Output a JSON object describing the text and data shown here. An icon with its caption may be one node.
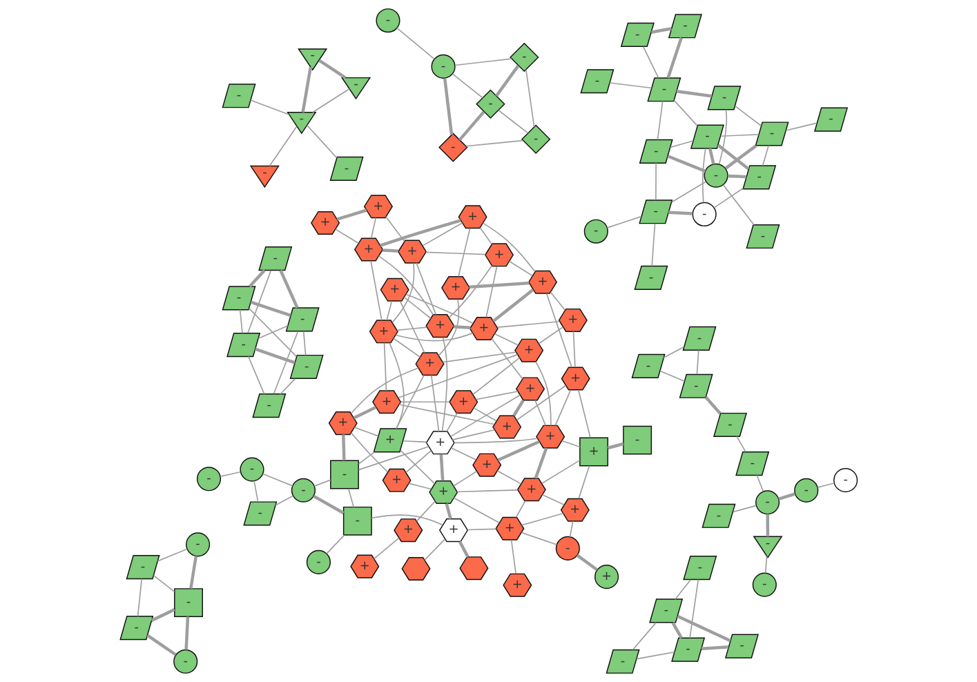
{
  "diagram": {
    "nodes": [
      {
        "text": [
          "-"
        ]
      },
      {
        "text": [
          "-"
        ]
      },
      {
        "text": [
          "-"
        ]
      },
      {
        "text": [
          "-"
        ]
      },
      {
        "text": [
          "-"
        ]
      },
      {
        "text": [
          "-"
        ]
      },
      {
        "text": [
          "-"
        ]
      },
      {
        "text": [
          "+"
        ]
      },
      {
        "text": [],
        "shape": "hexagon"
      },
      {
        "text": [],
        "shape": "hexagon"
      },
      {
        "text": [
          "+"
        ]
      },
      {
        "text": [
          "+"
        ]
      },
      {
        "text": [
          "+"
        ]
      },
      {
        "text": [
          "+"
        ]
      },
      {
        "text": [
          "-"
        ]
      },
      {
        "text": [
          "+"
        ]
      },
      {
        "text": [
          "+"
        ]
      },
      {
        "text": [
          "+"
        ]
      },
      {
        "text": [
          "+"
        ]
      },
      {
        "text": [
          "+"
        ]
      },
      {
        "text": [
          "+"
        ]
      },
      {
        "text": [
          "+"
        ]
      },
      {
        "text": [
          "-"
        ]
      },
      {
        "text": [
          "+"
        ]
      },
      {
        "text": [
          "+"
        ]
      },
      {
        "text": [
          "+"
        ]
      },
      {
        "text": [
          "+"
        ]
      },
      {
        "text": [
          "+"
        ]
      },
      {
        "text": [
          "+"
        ]
      },
      {
        "text": [
          "+"
        ]
      },
      {
        "text": [
          "+"
        ]
      },
      {
        "text": [
          "+"
        ]
      },
      {
        "text": [
          "+"
        ]
      },
      {
        "text": [
          "+"
        ]
      },
      {
        "text": [
          "+"
        ]
      },
      {
        "text": [
          "+"
        ]
      },
      {
        "text": [
          "+"
        ]
      },
      {
        "text": [
          "+"
        ]
      },
      {
        "text": [
          "+"
        ]
      },
      {
        "text": [
          "+"
        ]
      },
      {
        "text": [
          "+"
        ]
      },
      {
        "text": [
          "+"
        ]
      },
      {
        "text": [
          "+"
        ]
      },
      {
        "text": [
          "+"
        ]
      },
      {
        "text": [
          "+"
        ]
      },
      {
        "text": [
          "+"
        ]
      },
      {
        "text": [
          "+"
        ]
      },
      {
        "text": [
          "-"
        ]
      },
      {
        "text": [
          "-"
        ]
      },
      {
        "text": [
          "-"
        ]
      },
      {
        "text": [
          "-"
        ]
      },
      {
        "text": [
          "-"
        ]
      },
      {
        "text": [
          "-"
        ]
      },
      {
        "text": [
          "-"
        ]
      },
      {
        "text": [
          "-"
        ]
      },
      {
        "text": [
          "-"
        ]
      },
      {
        "text": [
          "-"
        ]
      },
      {
        "text": [
          "-"
        ]
      },
      {
        "text": [
          "-"
        ]
      },
      {
        "text": [
          "-"
        ]
      },
      {
        "text": [
          "-"
        ]
      },
      {
        "text": [
          "-"
        ]
      },
      {
        "text": [
          "-"
        ]
      },
      {
        "text": [
          "-"
        ]
      },
      {
        "text": [
          "-"
        ]
      },
      {
        "text": [
          "-"
        ]
      },
      {
        "text": [
          "-"
        ]
      },
      {
        "text": [
          "-"
        ]
      },
      {
        "text": [
          "-"
        ]
      },
      {
        "text": [
          "-"
        ]
      },
      {
        "text": [
          "-"
        ]
      },
      {
        "text": [
          "-"
        ]
      },
      {
        "text": [
          "-"
        ]
      },
      {
        "text": [
          "-"
        ]
      },
      {
        "text": [
          "-"
        ]
      },
      {
        "text": [
          "-"
        ]
      },
      {
        "text": [
          "-"
        ]
      },
      {
        "text": [
          "-"
        ]
      },
      {
        "text": [
          "-"
        ]
      },
      {
        "text": [
          "-"
        ]
      },
      {
        "text": [
          "-"
        ]
      },
      {
        "text": [
          "-"
        ]
      },
      {
        "text": [
          "-"
        ]
      },
      {
        "text": [
          "-"
        ]
      },
      {
        "text": [
          "-"
        ]
      },
      {
        "text": [
          "-"
        ]
      },
      {
        "text": [
          "-"
        ]
      },
      {
        "text": [
          "-"
        ]
      },
      {
        "text": [
          "-"
        ]
      },
      {
        "text": [
          "-"
        ]
      },
      {
        "text": [
          "-"
        ]
      },
      {
        "text": [
          "-"
        ]
      },
      {
        "text": [
          "-"
        ]
      },
      {
        "text": [
          "-"
        ]
      },
      {
        "text": [
          "-"
        ]
      },
      {
        "text": [
          "-"
        ]
      },
      {
        "text": [
          "-"
        ]
      },
      {
        "text": [
          "-"
        ]
      },
      {
        "text": [
          "-"
        ]
      },
      {
        "text": [
          "-"
        ]
      },
      {
        "text": [
          "-"
        ]
      },
      {
        "text": [
          "-"
        ]
      }
    ],
    "edges": [
      {
        "from": 0,
        "to": 1,
        "arrow": "none"
      },
      {
        "from": 1,
        "to": 2,
        "arrow": "none"
      },
      {
        "from": 1,
        "to": 3,
        "arrow": "none"
      },
      {
        "from": 2,
        "to": 3,
        "arrow": "none"
      },
      {
        "from": 3,
        "to": 5,
        "arrow": "none",
        "style": "thick"
      },
      {
        "from": 3,
        "to": 6,
        "arrow": "none"
      },
      {
        "from": 5,
        "to": 4,
        "arrow": "none"
      },
      {
        "from": 5,
        "to": 6,
        "arrow": "none"
      },
      {
        "from": 5,
        "to": 7,
        "arrow": "none"
      },
      {
        "from": 7,
        "to": 8,
        "arrow": "none"
      },
      {
        "from": 7,
        "to": 9,
        "arrow": "none",
        "style": "thick"
      },
      {
        "from": 7,
        "to": 17,
        "arrow": "none",
        "style": "thick"
      },
      {
        "from": 7,
        "to": 12,
        "arrow": "none"
      },
      {
        "from": 11,
        "to": 10,
        "arrow": "none"
      },
      {
        "from": 11,
        "to": 17,
        "arrow": "none"
      },
      {
        "from": 12,
        "to": 13,
        "arrow": "none"
      },
      {
        "from": 12,
        "to": 14,
        "arrow": "none"
      },
      {
        "from": 12,
        "to": 16,
        "arrow": "none"
      },
      {
        "from": 12,
        "to": 17,
        "arrow": "none"
      },
      {
        "from": 12,
        "to": 45,
        "arrow": "none"
      },
      {
        "from": 14,
        "to": 15,
        "arrow": "none",
        "style": "thick"
      },
      {
        "from": 14,
        "to": 16,
        "arrow": "none"
      },
      {
        "from": 16,
        "to": 45,
        "arrow": "none"
      },
      {
        "from": 16,
        "to": 21,
        "arrow": "none"
      },
      {
        "from": 6,
        "to": 20,
        "arrow": "none"
      },
      {
        "from": 6,
        "to": 38,
        "arrow": "none",
        "style": "thick"
      },
      {
        "from": 6,
        "to": 18,
        "arrow": "none"
      },
      {
        "from": 19,
        "to": 18,
        "arrow": "none"
      },
      {
        "from": 19,
        "to": 17,
        "arrow": "none"
      },
      {
        "from": 19,
        "to": 38,
        "arrow": "none"
      },
      {
        "from": 17,
        "to": 18,
        "arrow": "none",
        "style": "thick"
      },
      {
        "from": 17,
        "to": 45,
        "arrow": "none"
      },
      {
        "from": 17,
        "to": 46,
        "arrow": "none"
      },
      {
        "from": 17,
        "to": 20,
        "arrow": "none"
      },
      {
        "from": 18,
        "to": 20,
        "arrow": "none"
      },
      {
        "from": 18,
        "to": 30,
        "arrow": "none"
      },
      {
        "from": 18,
        "to": 35,
        "arrow": "none"
      },
      {
        "from": 18,
        "to": 40,
        "arrow": "none"
      },
      {
        "from": 18,
        "to": 42,
        "arrow": "none"
      },
      {
        "from": 18,
        "to": 43,
        "arrow": "none"
      },
      {
        "from": 18,
        "to": 44,
        "arrow": "none"
      },
      {
        "from": 18,
        "to": 46,
        "arrow": "none"
      },
      {
        "from": 20,
        "to": 35,
        "arrow": "none"
      },
      {
        "from": 20,
        "to": 38,
        "arrow": "none"
      },
      {
        "from": 20,
        "to": 31,
        "arrow": "none"
      },
      {
        "from": 21,
        "to": 22,
        "arrow": "none",
        "style": "thick"
      },
      {
        "from": 21,
        "to": 44,
        "arrow": "none"
      },
      {
        "from": 21,
        "to": 45,
        "arrow": "none"
      },
      {
        "from": 21,
        "to": 41,
        "arrow": "none"
      },
      {
        "from": 23,
        "to": 24,
        "arrow": "none",
        "style": "thick"
      },
      {
        "from": 23,
        "to": 25,
        "arrow": "none"
      },
      {
        "from": 23,
        "to": 26,
        "arrow": "none"
      },
      {
        "from": 24,
        "to": 25,
        "arrow": "none"
      },
      {
        "from": 25,
        "to": 26,
        "arrow": "none",
        "style": "thick"
      },
      {
        "from": 25,
        "to": 28,
        "arrow": "none",
        "style": "thick"
      },
      {
        "from": 25,
        "to": 30,
        "arrow": "none"
      },
      {
        "from": 25,
        "to": 31,
        "arrow": "none"
      },
      {
        "from": 26,
        "to": 28,
        "arrow": "none"
      },
      {
        "from": 26,
        "to": 29,
        "arrow": "none"
      },
      {
        "from": 26,
        "to": 30,
        "arrow": "none"
      },
      {
        "from": 26,
        "to": 31,
        "arrow": "none"
      },
      {
        "from": 27,
        "to": 30,
        "arrow": "none"
      },
      {
        "from": 27,
        "to": 31,
        "arrow": "none"
      },
      {
        "from": 27,
        "to": 32,
        "arrow": "none"
      },
      {
        "from": 27,
        "to": 35,
        "arrow": "none"
      },
      {
        "from": 28,
        "to": 29,
        "arrow": "none"
      },
      {
        "from": 28,
        "to": 33,
        "arrow": "none"
      },
      {
        "from": 28,
        "to": 34,
        "arrow": "none"
      },
      {
        "from": 29,
        "to": 30,
        "arrow": "none"
      },
      {
        "from": 29,
        "to": 32,
        "arrow": "none"
      },
      {
        "from": 29,
        "to": 33,
        "arrow": "none"
      },
      {
        "from": 30,
        "to": 31,
        "arrow": "none"
      },
      {
        "from": 30,
        "to": 32,
        "arrow": "none",
        "style": "thick"
      },
      {
        "from": 31,
        "to": 32,
        "arrow": "none"
      },
      {
        "from": 31,
        "to": 35,
        "arrow": "none"
      },
      {
        "from": 31,
        "to": 39,
        "arrow": "none"
      },
      {
        "from": 32,
        "to": 33,
        "arrow": "none",
        "style": "thick"
      },
      {
        "from": 32,
        "to": 36,
        "arrow": "none"
      },
      {
        "from": 32,
        "to": 37,
        "arrow": "none"
      },
      {
        "from": 33,
        "to": 34,
        "arrow": "none",
        "style": "thick"
      },
      {
        "from": 33,
        "to": 37,
        "arrow": "none"
      },
      {
        "from": 33,
        "to": 41,
        "arrow": "none"
      },
      {
        "from": 34,
        "to": 35,
        "arrow": "none"
      },
      {
        "from": 35,
        "to": 36,
        "arrow": "none"
      },
      {
        "from": 35,
        "to": 38,
        "arrow": "none"
      },
      {
        "from": 36,
        "to": 37,
        "arrow": "none"
      },
      {
        "from": 36,
        "to": 39,
        "arrow": "none"
      },
      {
        "from": 36,
        "to": 40,
        "arrow": "none"
      },
      {
        "from": 37,
        "to": 41,
        "arrow": "none"
      },
      {
        "from": 38,
        "to": 39,
        "arrow": "none",
        "style": "thick"
      },
      {
        "from": 39,
        "to": 40,
        "arrow": "none"
      },
      {
        "from": 39,
        "to": 42,
        "arrow": "none"
      },
      {
        "from": 40,
        "to": 42,
        "arrow": "none"
      },
      {
        "from": 40,
        "to": 43,
        "arrow": "none"
      },
      {
        "from": 41,
        "to": 42,
        "arrow": "none"
      },
      {
        "from": 41,
        "to": 44,
        "arrow": "none"
      },
      {
        "from": 42,
        "to": 43,
        "arrow": "none",
        "style": "thick"
      },
      {
        "from": 43,
        "to": 44,
        "arrow": "none"
      },
      {
        "from": 44,
        "to": 45,
        "arrow": "none",
        "style": "thick"
      },
      {
        "from": 44,
        "to": 46,
        "arrow": "none",
        "style": "thick"
      },
      {
        "from": 45,
        "to": 46,
        "arrow": "none"
      },
      {
        "from": 36,
        "to": 44,
        "arrow": "none"
      },
      {
        "from": 32,
        "to": 43,
        "arrow": "none"
      },
      {
        "from": 48,
        "to": 49,
        "arrow": "none",
        "style": "thick"
      },
      {
        "from": 48,
        "to": 50,
        "arrow": "none",
        "style": "thick"
      },
      {
        "from": 47,
        "to": 50,
        "arrow": "none"
      },
      {
        "from": 49,
        "to": 50,
        "arrow": "none"
      },
      {
        "from": 50,
        "to": 51,
        "arrow": "none",
        "style": "thick"
      },
      {
        "from": 50,
        "to": 54,
        "arrow": "none"
      },
      {
        "from": 50,
        "to": 52,
        "arrow": "none"
      },
      {
        "from": 52,
        "to": 58,
        "arrow": "none",
        "style": "thick"
      },
      {
        "from": 52,
        "to": 55,
        "arrow": "none"
      },
      {
        "from": 52,
        "to": 54,
        "arrow": "none"
      },
      {
        "from": 51,
        "to": 57,
        "arrow": "none"
      },
      {
        "from": 51,
        "to": 58,
        "arrow": "none"
      },
      {
        "from": 53,
        "to": 55,
        "arrow": "none"
      },
      {
        "from": 55,
        "to": 56,
        "arrow": "none"
      },
      {
        "from": 55,
        "to": 58,
        "arrow": "none"
      },
      {
        "from": 55,
        "to": 61,
        "arrow": "none",
        "style": "thick"
      },
      {
        "from": 54,
        "to": 57,
        "arrow": "none"
      },
      {
        "from": 54,
        "to": 58,
        "arrow": "none",
        "style": "thick"
      },
      {
        "from": 54,
        "to": 60,
        "arrow": "none",
        "style": "thick"
      },
      {
        "from": 54,
        "to": 61,
        "arrow": "none"
      },
      {
        "from": 57,
        "to": 58,
        "arrow": "none",
        "style": "thick"
      },
      {
        "from": 57,
        "to": 59,
        "arrow": "none"
      },
      {
        "from": 57,
        "to": 60,
        "arrow": "none"
      },
      {
        "from": 58,
        "to": 60,
        "arrow": "none",
        "style": "thick"
      },
      {
        "from": 58,
        "to": 62,
        "arrow": "none"
      },
      {
        "from": 60,
        "to": 61,
        "arrow": "none"
      },
      {
        "from": 63,
        "to": 64,
        "arrow": "none"
      },
      {
        "from": 63,
        "to": 65,
        "arrow": "none"
      },
      {
        "from": 64,
        "to": 65,
        "arrow": "none"
      },
      {
        "from": 65,
        "to": 66,
        "arrow": "none",
        "style": "thick"
      },
      {
        "from": 66,
        "to": 67,
        "arrow": "none"
      },
      {
        "from": 67,
        "to": 68,
        "arrow": "none"
      },
      {
        "from": 68,
        "to": 69,
        "arrow": "none"
      },
      {
        "from": 68,
        "to": 70,
        "arrow": "none",
        "style": "thick"
      },
      {
        "from": 70,
        "to": 71,
        "arrow": "none"
      },
      {
        "from": 68,
        "to": 72,
        "arrow": "none",
        "style": "thick"
      },
      {
        "from": 72,
        "to": 73,
        "arrow": "none"
      },
      {
        "from": 74,
        "to": 75,
        "arrow": "none"
      },
      {
        "from": 74,
        "to": 76,
        "arrow": "none"
      },
      {
        "from": 74,
        "to": 78,
        "arrow": "none"
      },
      {
        "from": 75,
        "to": 76,
        "arrow": "none",
        "style": "thick"
      },
      {
        "from": 75,
        "to": 78,
        "arrow": "none"
      },
      {
        "from": 75,
        "to": 79,
        "arrow": "none"
      },
      {
        "from": 76,
        "to": 77,
        "arrow": "none"
      },
      {
        "from": 76,
        "to": 78,
        "arrow": "none"
      },
      {
        "from": 76,
        "to": 79,
        "arrow": "none"
      },
      {
        "from": 77,
        "to": 78,
        "arrow": "none",
        "style": "thick"
      },
      {
        "from": 77,
        "to": 79,
        "arrow": "none",
        "style": "thick"
      },
      {
        "from": 78,
        "to": 79,
        "arrow": "none",
        "style": "thick"
      },
      {
        "from": 80,
        "to": 82,
        "arrow": "none"
      },
      {
        "from": 81,
        "to": 82,
        "arrow": "none"
      },
      {
        "from": 82,
        "to": 83,
        "arrow": "none",
        "style": "thick"
      },
      {
        "from": 82,
        "to": 84,
        "arrow": "none"
      },
      {
        "from": 83,
        "to": 84,
        "arrow": "none",
        "style": "thick"
      },
      {
        "from": 82,
        "to": 85,
        "arrow": "none"
      },
      {
        "from": 86,
        "to": 87,
        "arrow": "none"
      },
      {
        "from": 86,
        "to": 88,
        "arrow": "none",
        "style": "thick"
      },
      {
        "from": 86,
        "to": 90,
        "arrow": "none",
        "style": "thick"
      },
      {
        "from": 87,
        "to": 88,
        "arrow": "none"
      },
      {
        "from": 87,
        "to": 89,
        "arrow": "none"
      },
      {
        "from": 88,
        "to": 89,
        "arrow": "none",
        "style": "thick"
      },
      {
        "from": 88,
        "to": 90,
        "arrow": "none"
      },
      {
        "from": 89,
        "to": 90,
        "arrow": "none"
      },
      {
        "from": 90,
        "to": 91,
        "arrow": "none"
      },
      {
        "from": 92,
        "to": 93,
        "arrow": "none",
        "style": "thick"
      },
      {
        "from": 92,
        "to": 94,
        "arrow": "none",
        "style": "thick"
      },
      {
        "from": 92,
        "to": 95,
        "arrow": "none"
      },
      {
        "from": 93,
        "to": 94,
        "arrow": "none",
        "style": "thick"
      },
      {
        "from": 94,
        "to": 95,
        "arrow": "none"
      },
      {
        "from": 94,
        "to": 96,
        "arrow": "none",
        "style": "thick"
      },
      {
        "from": 95,
        "to": 96,
        "arrow": "none"
      },
      {
        "from": 97,
        "to": 98,
        "arrow": "none",
        "style": "thick"
      },
      {
        "from": 97,
        "to": 99,
        "arrow": "none"
      },
      {
        "from": 97,
        "to": 100,
        "arrow": "none",
        "style": "thick"
      },
      {
        "from": 97,
        "to": 101,
        "arrow": "none"
      },
      {
        "from": 98,
        "to": 100,
        "arrow": "none",
        "style": "thick"
      },
      {
        "from": 99,
        "to": 100,
        "arrow": "none"
      },
      {
        "from": 100,
        "to": 101,
        "arrow": "none"
      }
    ]
  }
}
